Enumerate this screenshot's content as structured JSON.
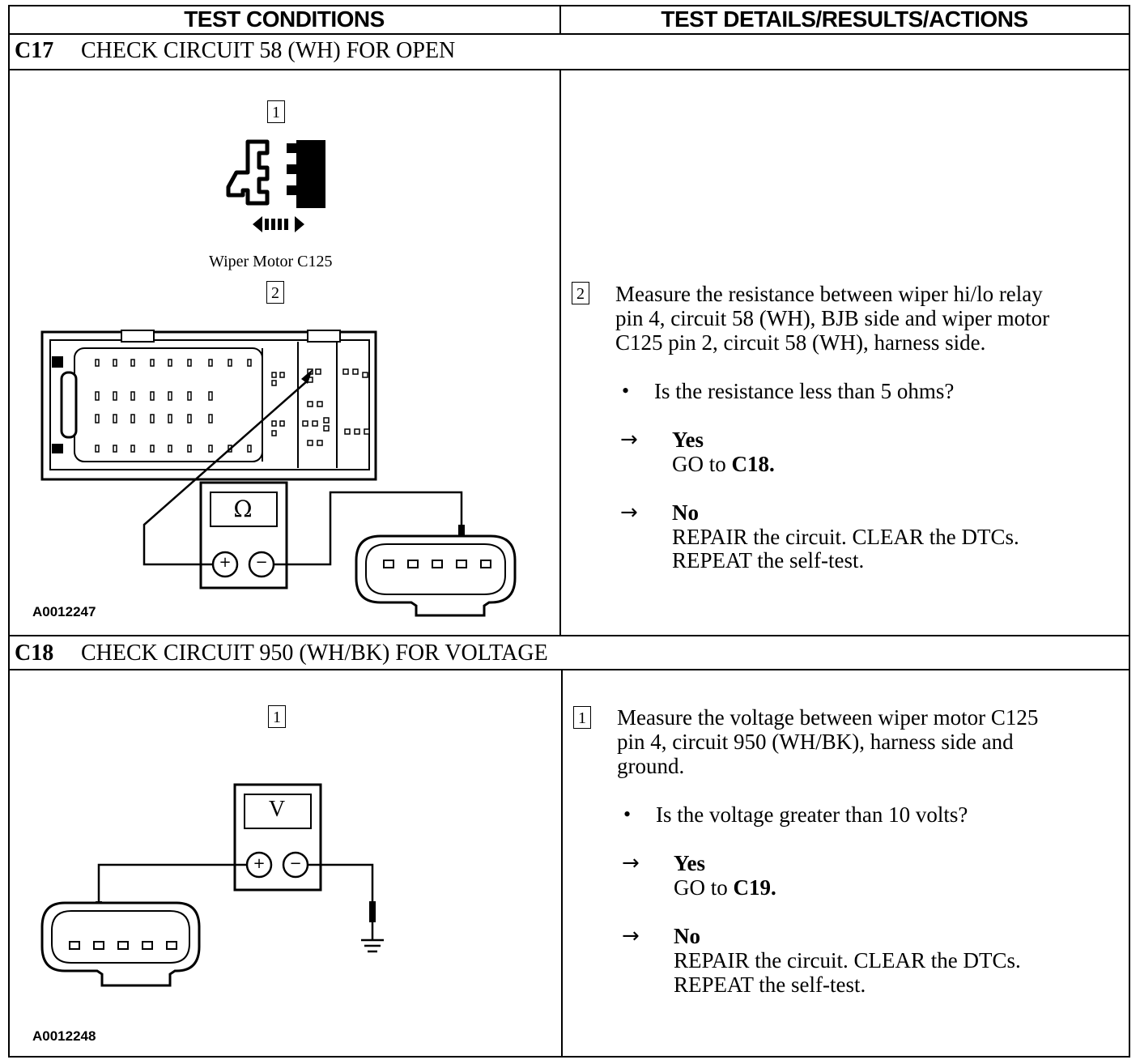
{
  "header": {
    "left": "TEST CONDITIONS",
    "right": "TEST DETAILS/RESULTS/ACTIONS"
  },
  "c17": {
    "code": "C17",
    "title": "CHECK CIRCUIT 58 (WH) FOR OPEN",
    "step1_label": "1",
    "connector_caption": "Wiper Motor C125",
    "step2_label": "2",
    "meter_symbol": "Ω",
    "figure_id": "A0012247",
    "detail": {
      "step_label": "2",
      "lines": [
        "Measure the resistance between wiper hi/lo relay",
        "pin 4, circuit 58 (WH), BJB side and wiper motor",
        "C125 pin 2, circuit 58 (WH), harness side."
      ],
      "question": "Is the resistance less than 5 ohms?",
      "yes_label": "Yes",
      "yes_text_prefix": "GO to ",
      "yes_target": "C18.",
      "no_label": "No",
      "no_line1": "REPAIR the circuit. CLEAR the DTCs.",
      "no_line2": "REPEAT the self-test."
    }
  },
  "c18": {
    "code": "C18",
    "title": "CHECK CIRCUIT 950 (WH/BK) FOR VOLTAGE",
    "step1_label": "1",
    "meter_symbol": "V",
    "figure_id": "A0012248",
    "detail": {
      "step_label": "1",
      "lines": [
        "Measure the voltage between wiper motor C125",
        "pin 4, circuit 950 (WH/BK), harness side and",
        "ground."
      ],
      "question": "Is the voltage greater than 10 volts?",
      "yes_label": "Yes",
      "yes_text_prefix": "GO to ",
      "yes_target": "C19.",
      "no_label": "No",
      "no_line1": "REPAIR the circuit. CLEAR the DTCs.",
      "no_line2": "REPEAT the self-test."
    }
  },
  "symbols": {
    "arrow": "→",
    "bullet": "•",
    "plus": "+",
    "minus": "−"
  }
}
